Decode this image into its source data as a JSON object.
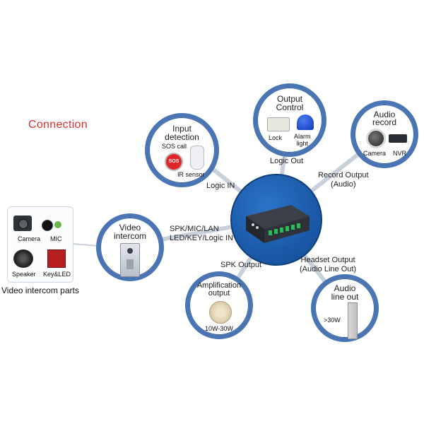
{
  "title": "Connection",
  "hub": {
    "name": "central-device"
  },
  "nodes": {
    "input": {
      "title_lines": [
        "Input",
        "detection"
      ],
      "sos_label": "SOS call",
      "sos_badge": "SOS",
      "ir_label": "IR sensor"
    },
    "output": {
      "title_lines": [
        "Output",
        "Control"
      ],
      "lock_label": "Lock",
      "alarm_label_lines": [
        "Alarm",
        "light"
      ]
    },
    "audio": {
      "title_lines": [
        "Audio",
        "record"
      ],
      "camera_label": "Camera",
      "nvr_label": "NVR"
    },
    "video": {
      "title_lines": [
        "Video",
        "intercom"
      ]
    },
    "amp": {
      "title_lines": [
        "Amplification",
        "output"
      ],
      "power_label": "10W-30W"
    },
    "lineout": {
      "title_lines": [
        "Audio",
        "line out"
      ],
      "power_label": ">30W"
    }
  },
  "edges": {
    "logic_in": "Logic IN",
    "logic_out": "Logic Out",
    "record_output_lines": [
      "Record Output",
      "(Audio)"
    ],
    "spk_mic_lines": [
      "SPK/MIC/LAN",
      "LED/KEY/Logic IN"
    ],
    "spk_output": "SPK Output",
    "headset_lines": [
      "Headset Output",
      "(Audio Line Out)"
    ]
  },
  "parts": {
    "camera": "Camera",
    "mic": "MIC",
    "speaker": "Speaker",
    "key": "Key&LED",
    "caption": "Video intercom parts"
  },
  "colors": {
    "accent": "#4a75b4",
    "hub": "#1a5aa8",
    "heading": "#d9322e",
    "link": "#c8d0dc"
  }
}
